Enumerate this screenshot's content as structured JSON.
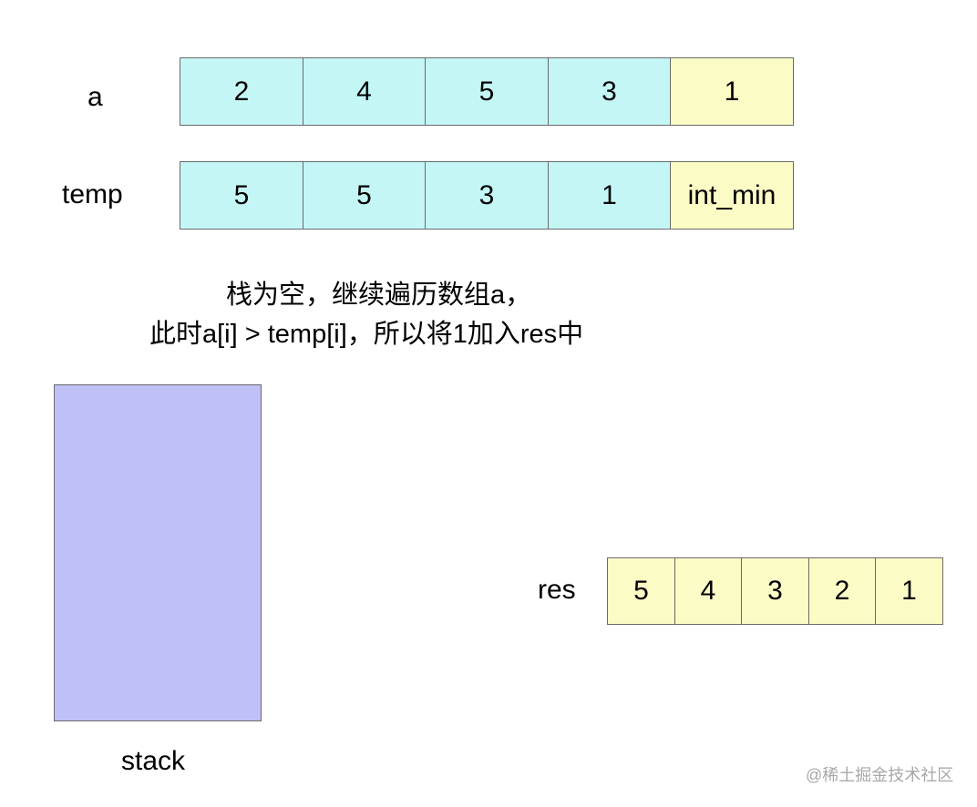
{
  "row_a": {
    "label": "a",
    "cells": [
      "2",
      "4",
      "5",
      "3",
      "1"
    ]
  },
  "row_temp": {
    "label": "temp",
    "cells": [
      "5",
      "5",
      "3",
      "1",
      "int_min"
    ]
  },
  "caption": {
    "line1": "栈为空，继续遍历数组a，",
    "line2": "此时a[i] > temp[i]，所以将1加入res中"
  },
  "stack": {
    "label": "stack"
  },
  "res": {
    "label": "res",
    "cells": [
      "5",
      "4",
      "3",
      "2",
      "1"
    ]
  },
  "watermark": "@稀土掘金技术社区",
  "colors": {
    "cyan_cell": "#c5f6f6",
    "yellow_cell": "#fbfbc6",
    "stack_fill": "#bfc0f6",
    "border": "#6b6b6b"
  }
}
